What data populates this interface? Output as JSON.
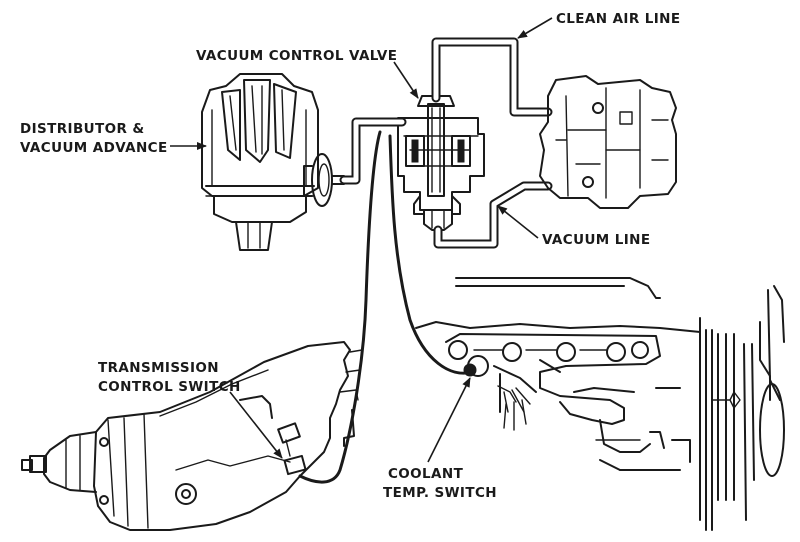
{
  "labels": {
    "clean_air_line": "CLEAN AIR LINE",
    "vacuum_control_valve": "VACUUM CONTROL VALVE",
    "distributor_line1": "DISTRIBUTOR &",
    "distributor_line2": "VACUUM ADVANCE",
    "vacuum_line": "VACUUM LINE",
    "transmission_line1": "TRANSMISSION",
    "transmission_line2": "CONTROL SWITCH",
    "coolant_line1": "COOLANT",
    "coolant_line2": "TEMP. SWITCH"
  },
  "colors": {
    "ink": "#1a1a1a",
    "background": "#ffffff"
  }
}
